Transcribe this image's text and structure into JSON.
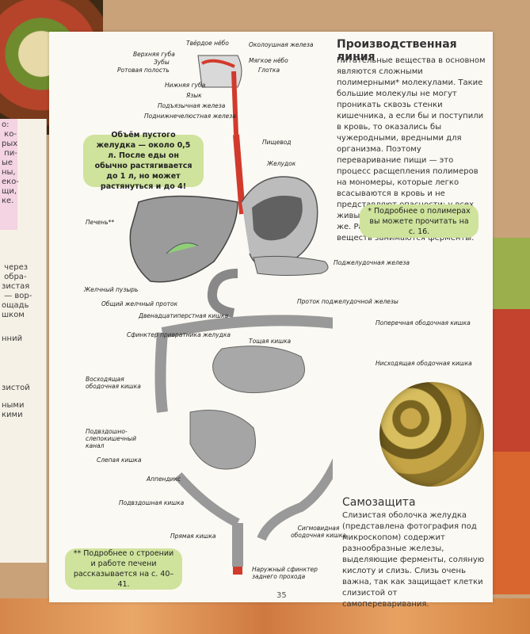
{
  "section": {
    "title": "Производственная линия",
    "paragraph": "Питательные вещества в основном являются сложными полимерными* молекулами. Такие большие молекулы не могут проникать сквозь стенки кишечника, а если бы и поступили в кровь, то оказались бы чужеродными, вредными для организма. Поэтому переваривание пищи — это процесс расщепления полимеров на мономеры, которые легко всасываются в кровь и не представляют опасности: у всех живых организмов они одни и те же. Расщеплением сложных веществ занимаются ферменты."
  },
  "callouts": {
    "stomach": "Объём пустого желудка — около 0,5 л. После еды он обычно растягивается до 1 л, но может растянуться и до 4!",
    "polymers": "* Подробнее о полимерах вы можете прочитать на с. 16.",
    "liver": "** Подробнее о строении и работе печени рассказывается на с. 40–41."
  },
  "selfdefense": {
    "title": "Самозащита",
    "paragraph": "Слизистая оболочка желудка (представлена фотография под микроскопом) содержит разнообразные железы, выделяющие ферменты, соляную кислоту и слизь. Слизь очень важна, так как защищает клетки слизистой от самопереваривания."
  },
  "labels": {
    "hard_palate": "Твёрдое нёбо",
    "parotid": "Околоушная железа",
    "upper_lip": "Верхняя губа",
    "teeth": "Зубы",
    "soft_palate": "Мягкое нёбо",
    "oral_cavity": "Ротовая полость",
    "pharynx": "Глотка",
    "lower_lip": "Нижняя губа",
    "tongue": "Язык",
    "sublingual": "Подъязычная железа",
    "submandibular": "Поднижнечелюстная железа",
    "esophagus": "Пищевод",
    "stomach": "Желудок",
    "liver": "Печень**",
    "pancreas": "Поджелудочная железа",
    "gallbladder": "Желчный пузырь",
    "bile_duct": "Общий желчный проток",
    "pancreatic_duct": "Проток поджелудочной железы",
    "duodenum": "Двенадцатиперстная кишка",
    "transverse_colon": "Поперечная ободочная кишка",
    "pyloric": "Сфинктер привратника желудка",
    "jejunum": "Тощая кишка",
    "descending_colon": "Нисходящая ободочная кишка",
    "ascending_colon": "Восходящая ободочная кишка",
    "ileocecal": "Подвздошно-слепокишечный канал",
    "cecum": "Слепая кишка",
    "appendix": "Аппендикс",
    "ileum": "Подвздошная кишка",
    "sigmoid": "Сигмовидная ободочная кишка",
    "rectum": "Прямая кишка",
    "anal": "Наружный сфинктер заднего прохода"
  },
  "left_page": {
    "f1": "о:\n ко-\nрых\n пи-\nые\nны,\nеко-\nщи,\nке.",
    "f2": " через\n обра-\nзистая\n — вор-\nощадь\nшком",
    "f3": "нний",
    "f4": "зистой",
    "f5": "ными\nкими"
  },
  "page_number": "35",
  "colors": {
    "callout_bg": "#cfe39c",
    "page_bg": "#fbf9f3",
    "organ_red": "#d23a2c"
  }
}
